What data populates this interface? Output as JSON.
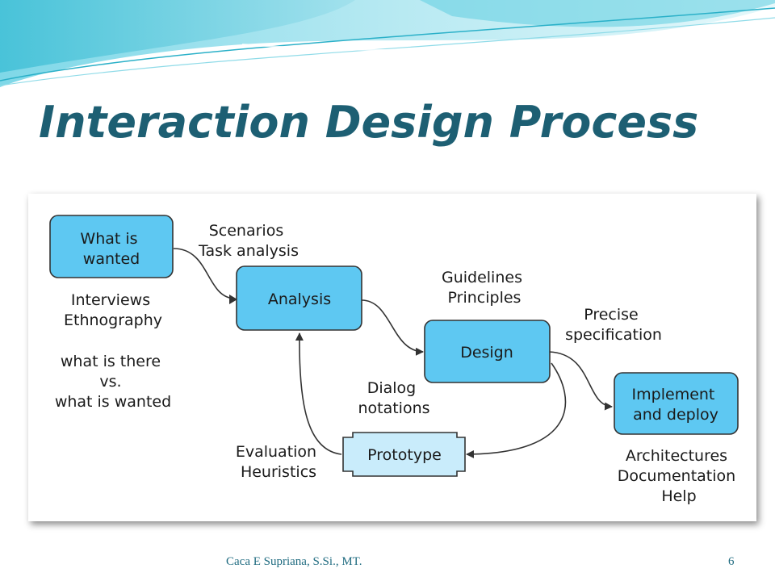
{
  "slide": {
    "title": "Interaction Design Process",
    "author": "Caca E Supriana, S.Si., MT.",
    "page_number": "6"
  },
  "colors": {
    "title": "#1d5f73",
    "node_fill": "#5ec8f2",
    "prototype_fill": "#c9ecfb",
    "node_stroke": "#333333",
    "banner_light": "#bfeaf2",
    "banner_mid": "#5fcde0"
  },
  "nodes": {
    "what_is_wanted": [
      "What is",
      "wanted"
    ],
    "analysis": [
      "Analysis"
    ],
    "design": [
      "Design"
    ],
    "implement": [
      "Implement",
      "and deploy"
    ],
    "prototype": [
      "Prototype"
    ]
  },
  "notes": {
    "interviews": [
      "Interviews",
      "Ethnography"
    ],
    "what_is_there": [
      "what is there",
      "vs.",
      "what is wanted"
    ],
    "scenarios": [
      "Scenarios",
      "Task analysis"
    ],
    "guidelines": [
      "Guidelines",
      "Principles"
    ],
    "precise": [
      "Precise",
      "specification"
    ],
    "dialog": [
      "Dialog",
      "notations"
    ],
    "evaluation": [
      "Evaluation",
      "Heuristics"
    ],
    "architectures": [
      "Architectures",
      "Documentation",
      "Help"
    ]
  }
}
